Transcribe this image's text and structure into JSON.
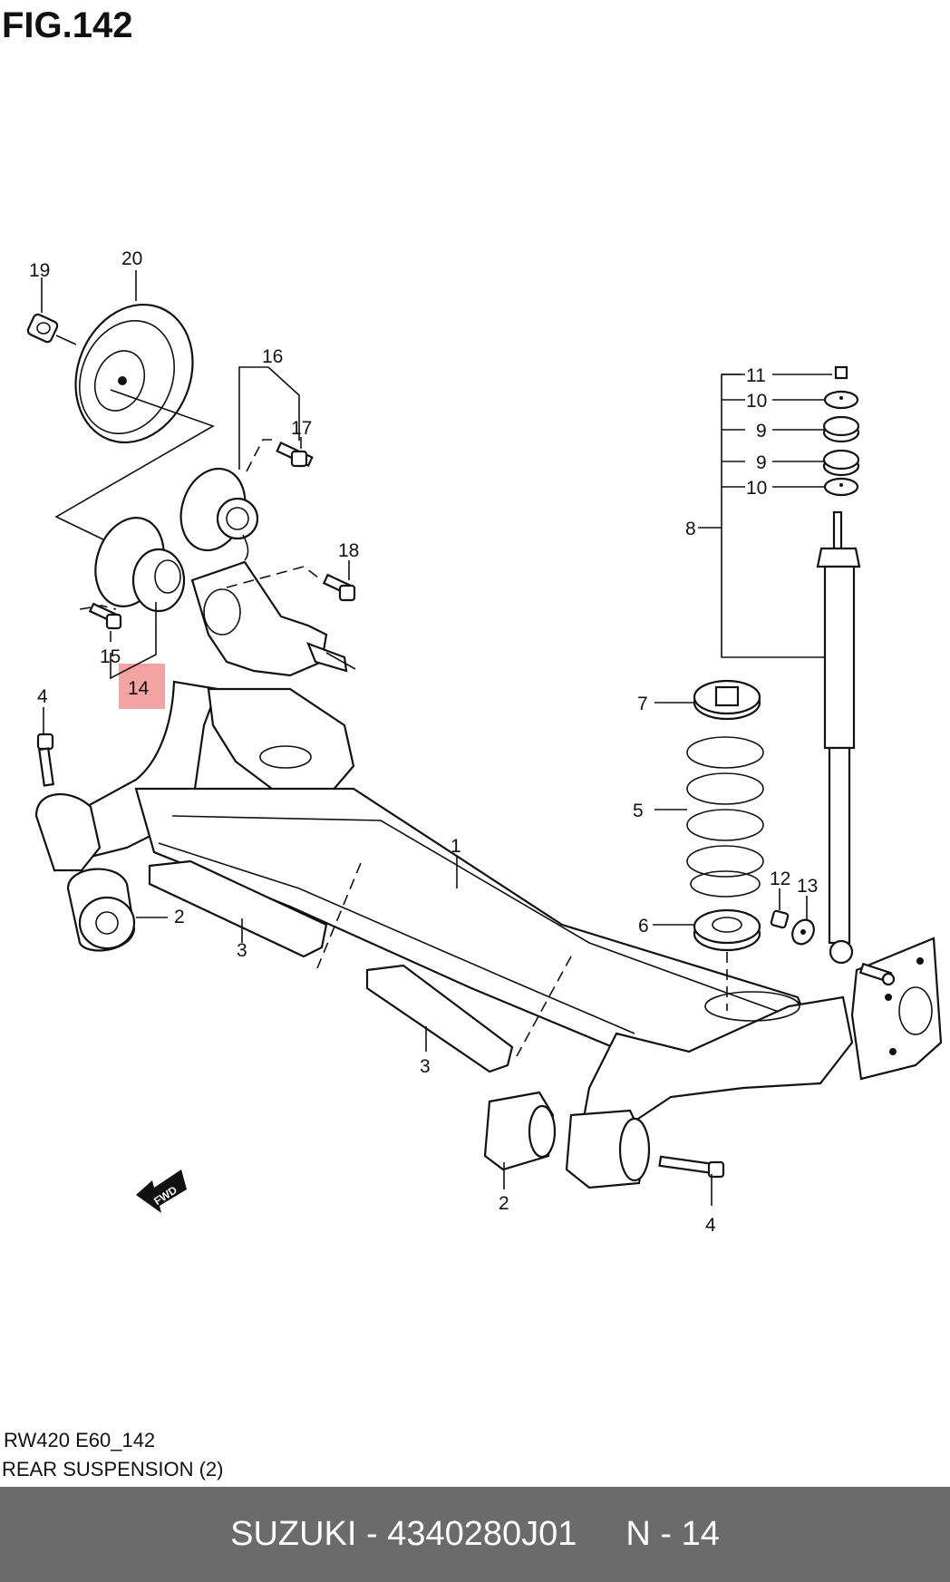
{
  "figure": {
    "title": "FIG.142"
  },
  "callouts": {
    "c1": "1",
    "c2a": "2",
    "c2b": "2",
    "c3a": "3",
    "c3b": "3",
    "c4a": "4",
    "c4b": "4",
    "c5": "5",
    "c6": "6",
    "c7": "7",
    "c8": "8",
    "c9a": "9",
    "c9b": "9",
    "c10a": "10",
    "c10b": "10",
    "c11": "11",
    "c12": "12",
    "c13": "13",
    "c14": "14",
    "c15": "15",
    "c16": "16",
    "c17": "17",
    "c18": "18",
    "c19": "19",
    "c20": "20"
  },
  "highlight": {
    "part": "14",
    "color": "#f4a3a3"
  },
  "caption": {
    "code": "RW420 E60_142",
    "title": "REAR SUSPENSION (2)"
  },
  "fwd_label": "FWD",
  "footer": {
    "brand_part": "SUZUKI - 4340280J01",
    "page": "N - 14",
    "background": "#6b6b6b"
  }
}
